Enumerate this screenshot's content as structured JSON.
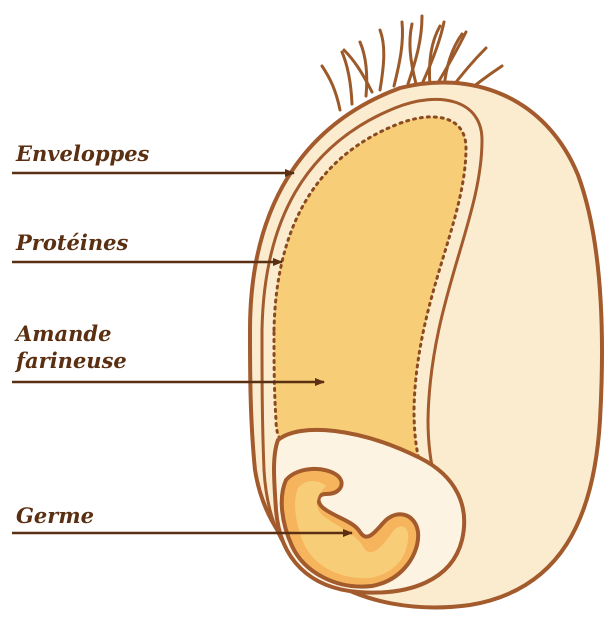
{
  "labels": {
    "envelope": "Enveloppes",
    "proteins": "Protéines",
    "endosperm_line1": "Amande",
    "endosperm_line2": "farineuse",
    "germ": "Germe"
  },
  "colors": {
    "outline": "#a35a2c",
    "hull": "#fbecd0",
    "endosperm": "#f8cd77",
    "germ_fill": "#f6b45c",
    "arrow": "#5a2f12",
    "text": "#5a2f12",
    "hairs": "#9c5a2a"
  }
}
